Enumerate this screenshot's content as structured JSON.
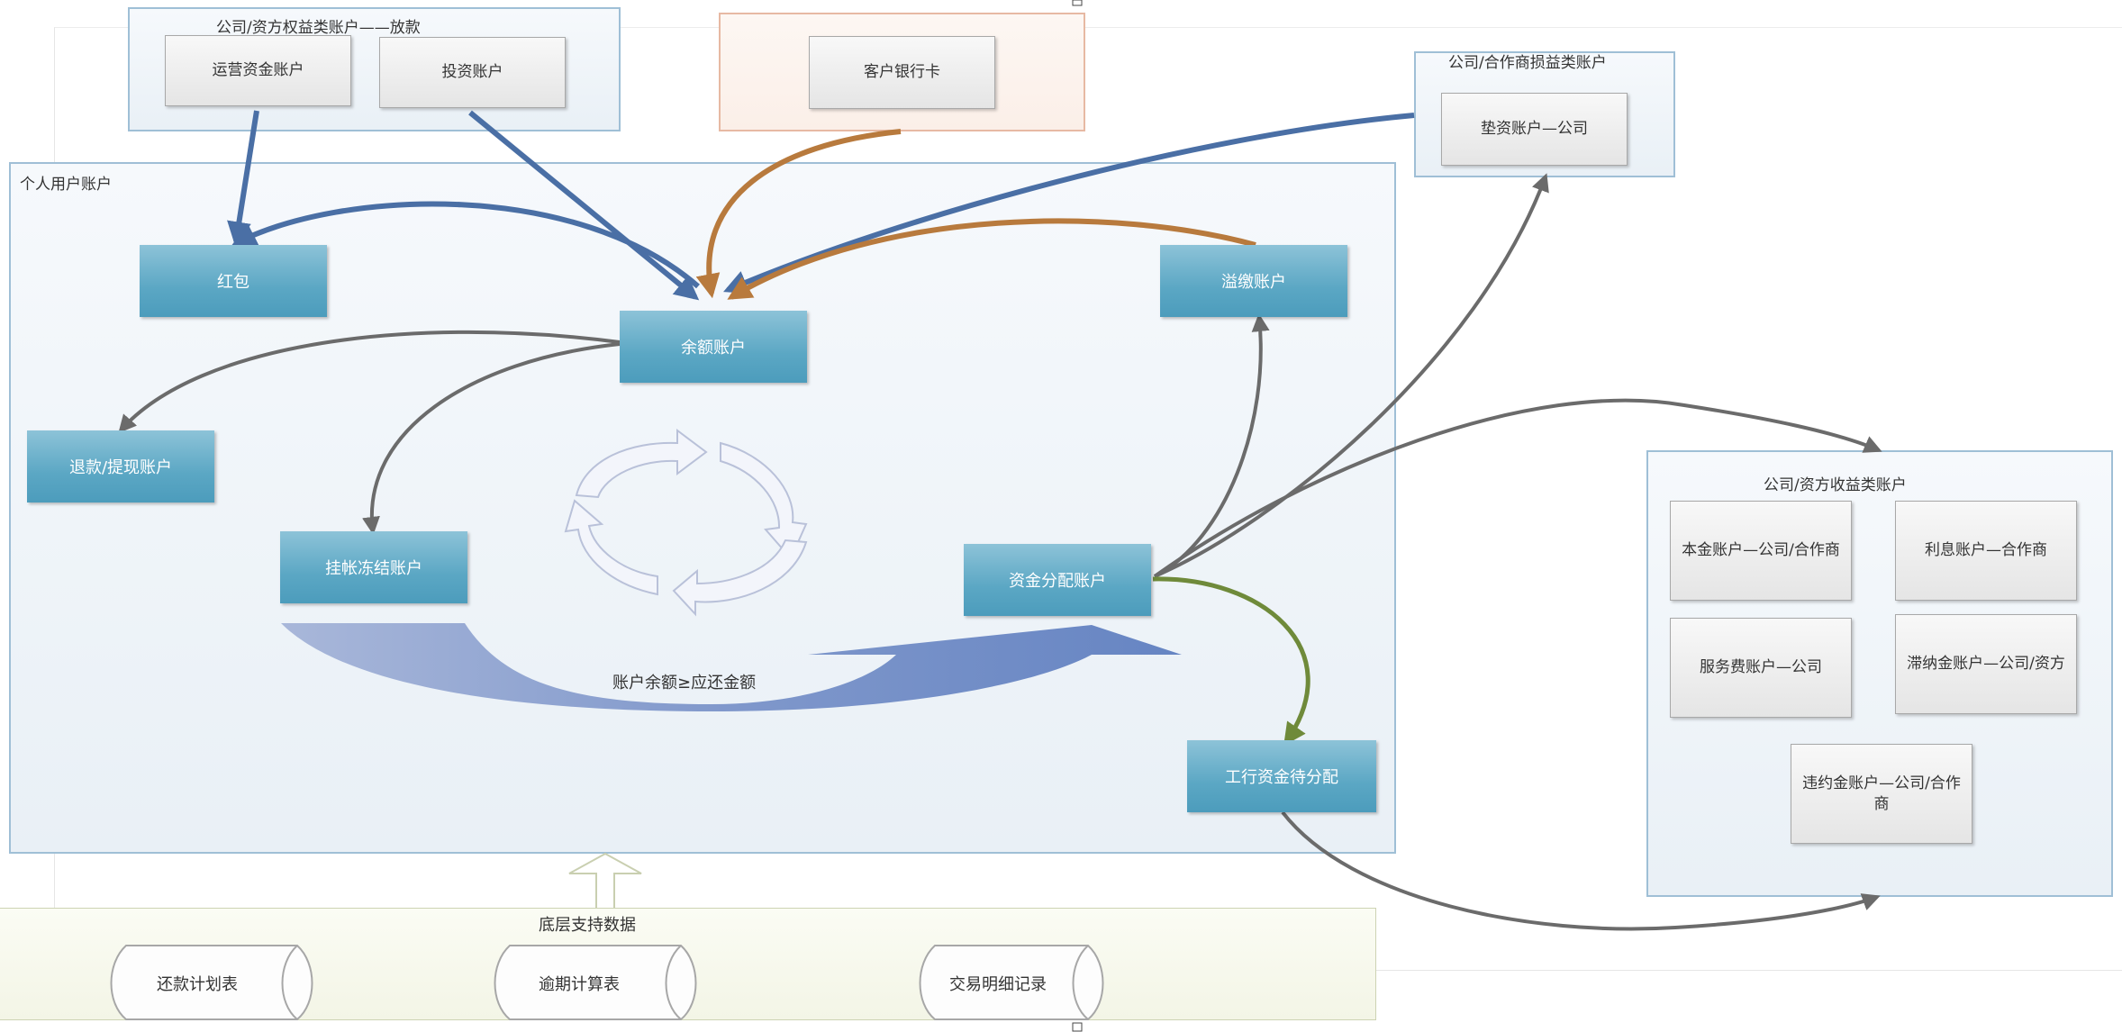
{
  "groups": {
    "equity": {
      "title": "公司/资方权益类账户——放款",
      "items": [
        "运营资金账户",
        "投资账户"
      ]
    },
    "customer": {
      "items": [
        "客户银行卡"
      ]
    },
    "loss": {
      "title": "公司/合作商损益类账户",
      "items": [
        "垫资账户—公司"
      ]
    },
    "personal": {
      "title": "个人用户账户"
    },
    "income": {
      "title": "公司/资方收益类账户",
      "items": [
        "本金账户—公司/合作商",
        "利息账户—合作商",
        "服务费账户—公司",
        "滞纳金账户—公司/资方",
        "违约金账户—公司/合作商"
      ]
    },
    "support": {
      "title": "底层支持数据",
      "items": [
        "还款计划表",
        "逾期计算表",
        "交易明细记录"
      ]
    }
  },
  "personal_nodes": {
    "red_packet": "红包",
    "balance": "余额账户",
    "overpay": "溢缴账户",
    "refund": "退款/提现账户",
    "frozen": "挂帐冻结账户",
    "allocation": "资金分配账户",
    "icbc_pending": "工行资金待分配"
  },
  "condition_label": "账户余额≥应还金额",
  "colors": {
    "blue_arrow": "#4a6fa5",
    "orange_arrow": "#b87a3d",
    "gray_arrow": "#6b6b6b",
    "green_arrow": "#6f8a3a",
    "teal_node": "#5ba7c4"
  }
}
